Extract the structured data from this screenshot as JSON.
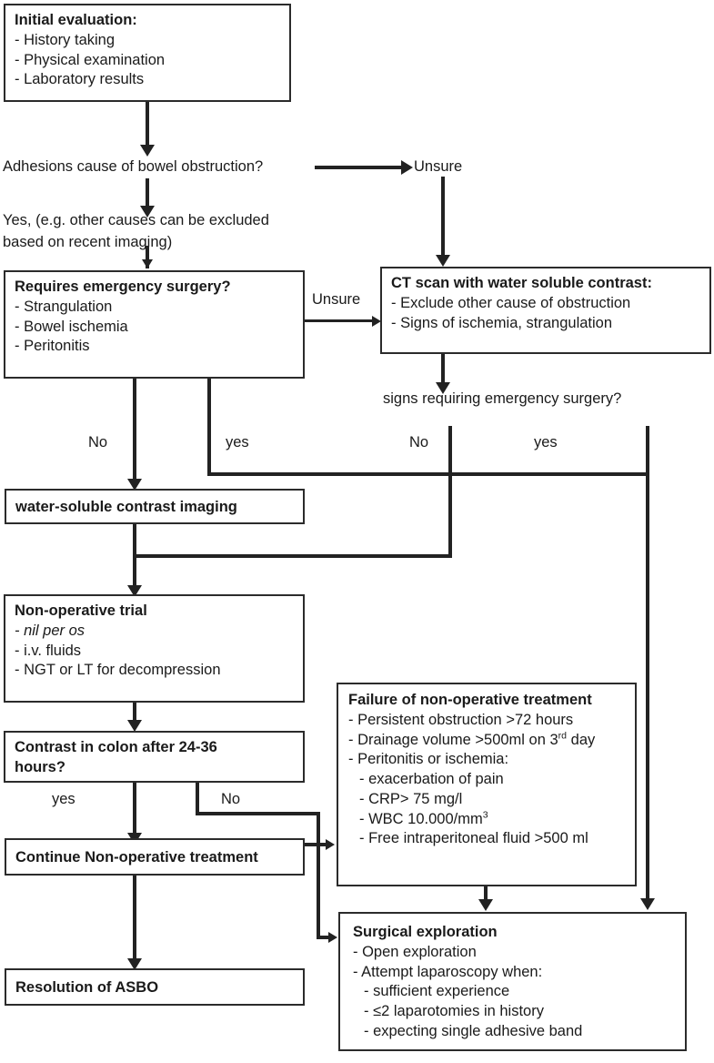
{
  "diagram": {
    "title": "ASBO management flowchart",
    "line_color": "#222222",
    "box_border_color": "#2b2b2b",
    "background": "#ffffff"
  },
  "nodes": {
    "initial_evaluation": {
      "title": "Initial evaluation:",
      "items": [
        "- History taking",
        "- Physical examination",
        "- Laboratory results"
      ]
    },
    "adhesions_question": {
      "text": "Adhesions cause of bowel obstruction?"
    },
    "adhesions_yes": {
      "line1": "Yes, (e.g. other causes can be excluded",
      "line2": "based on recent imaging)"
    },
    "requires_emergency_surgery": {
      "title": "Requires emergency surgery?",
      "items": [
        "- Strangulation",
        "- Bowel ischemia",
        "- Peritonitis"
      ]
    },
    "ct_scan": {
      "title": "CT scan with water soluble contrast:",
      "items": [
        "- Exclude other cause of obstruction",
        "- Signs of ischemia, strangulation"
      ]
    },
    "ct_question": {
      "text": "signs requiring emergency surgery?"
    },
    "water_soluble_imaging": {
      "title": "water-soluble contrast imaging"
    },
    "non_operative_trial": {
      "title": "Non-operative trial",
      "items": [
        "- nil per os",
        "- i.v. fluids",
        "- NGT or LT for decompression"
      ],
      "italic_item_index": 0
    },
    "contrast_in_colon": {
      "line1": "Contrast in colon after 24-36",
      "line2": "hours?"
    },
    "continue_non_operative": {
      "title": "Continue Non-operative treatment"
    },
    "resolution": {
      "title": "Resolution of ASBO"
    },
    "failure_non_operative": {
      "title": "Failure of non-operative treatment",
      "items": [
        "- Persistent obstruction >72 hours",
        "- Drainage volume >500ml on 3",
        "- Peritonitis or ischemia:",
        "- exacerbation of pain",
        "- CRP> 75 mg/l",
        "- WBC 10.000/mm",
        "- Free intraperitoneal fluid >500 ml"
      ],
      "drainage_sup": "rd",
      "drainage_tail": " day",
      "wbc_sup": "3"
    },
    "surgical_exploration": {
      "title": "Surgical exploration",
      "items": [
        "- Open exploration",
        "- Attempt laparoscopy when:",
        "- sufficient experience",
        "- ≤2 laparotomies in history",
        "- expecting single adhesive band"
      ]
    }
  },
  "edge_labels": {
    "unsure_top": "Unsure",
    "unsure_mid": "Unsure",
    "no_emergency": "No",
    "yes_emergency": "yes",
    "no_ct": "No",
    "yes_ct": "yes",
    "yes_contrast": "yes",
    "no_contrast": "No"
  }
}
